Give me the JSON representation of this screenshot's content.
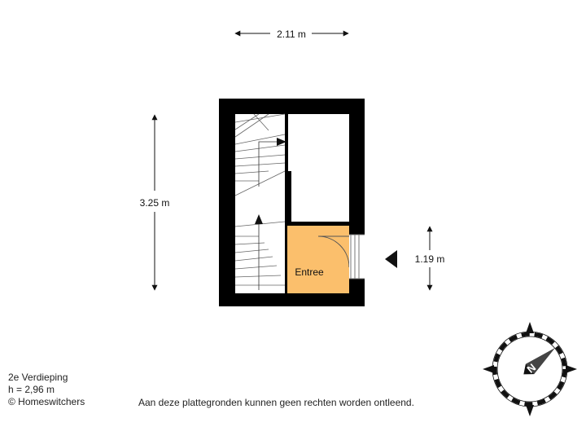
{
  "dimensions": {
    "width_label": "2.11 m",
    "height_label": "3.25 m",
    "door_label": "1.19 m"
  },
  "rooms": {
    "entree": "Entree"
  },
  "colors": {
    "wall": "#000000",
    "entree_fill": "#fbbf6c",
    "line": "#555555"
  },
  "footer": {
    "floor": "2e Verdieping",
    "ceiling_height": "h = 2,96 m",
    "copyright": "© Homeswitchers",
    "disclaimer": "Aan deze plattegronden kunnen geen rechten worden ontleend."
  },
  "compass": {
    "needle_letter": "N"
  }
}
